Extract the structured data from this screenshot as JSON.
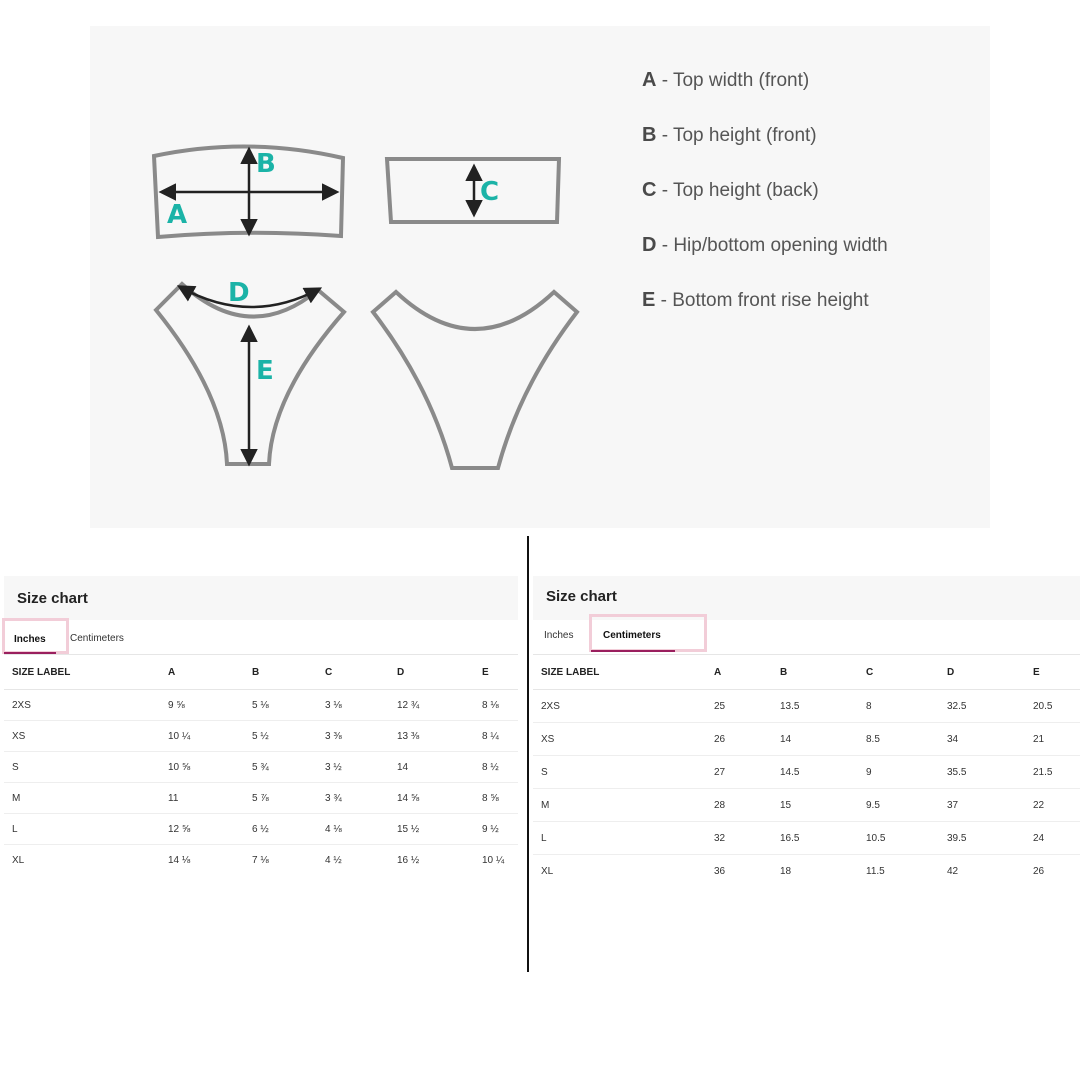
{
  "diagram": {
    "labels": [
      "A",
      "B",
      "C",
      "D",
      "E"
    ],
    "legend": [
      {
        "key": "A",
        "text": " - Top width (front)"
      },
      {
        "key": "B",
        "text": " - Top height (front)"
      },
      {
        "key": "C",
        "text": " - Top height (back)"
      },
      {
        "key": "D",
        "text": " -  Hip/bottom opening width"
      },
      {
        "key": "E",
        "text": " - Bottom front rise height"
      }
    ],
    "colors": {
      "accent": "#1bb3a7",
      "outline": "#8a8a8a",
      "arrow": "#222222"
    }
  },
  "left_chart": {
    "title": "Size chart",
    "tabs": [
      "Inches",
      "Centimeters"
    ],
    "active_tab": "Inches",
    "columns": [
      "SIZE LABEL",
      "A",
      "B",
      "C",
      "D",
      "E"
    ],
    "rows": [
      [
        "2XS",
        "9 ⅝",
        "5 ⅛",
        "3 ⅛",
        "12 ¾",
        "8 ⅛"
      ],
      [
        "XS",
        "10 ¼",
        "5 ½",
        "3 ⅜",
        "13 ⅜",
        "8 ¼"
      ],
      [
        "S",
        "10 ⅝",
        "5 ¾",
        "3 ½",
        "14",
        "8 ½"
      ],
      [
        "M",
        "11",
        "5 ⅞",
        "3 ¾",
        "14 ⅝",
        "8 ⅝"
      ],
      [
        "L",
        "12 ⅝",
        "6 ½",
        "4 ⅛",
        "15 ½",
        "9 ½"
      ],
      [
        "XL",
        "14 ⅛",
        "7 ⅛",
        "4 ½",
        "16 ½",
        "10 ¼"
      ]
    ]
  },
  "right_chart": {
    "title": "Size chart",
    "tabs": [
      "Inches",
      "Centimeters"
    ],
    "active_tab": "Centimeters",
    "columns": [
      "SIZE LABEL",
      "A",
      "B",
      "C",
      "D",
      "E"
    ],
    "rows": [
      [
        "2XS",
        "25",
        "13.5",
        "8",
        "32.5",
        "20.5"
      ],
      [
        "XS",
        "26",
        "14",
        "8.5",
        "34",
        "21"
      ],
      [
        "S",
        "27",
        "14.5",
        "9",
        "35.5",
        "21.5"
      ],
      [
        "M",
        "28",
        "15",
        "9.5",
        "37",
        "22"
      ],
      [
        "L",
        "32",
        "16.5",
        "10.5",
        "39.5",
        "24"
      ],
      [
        "XL",
        "36",
        "18",
        "11.5",
        "42",
        "26"
      ]
    ]
  }
}
